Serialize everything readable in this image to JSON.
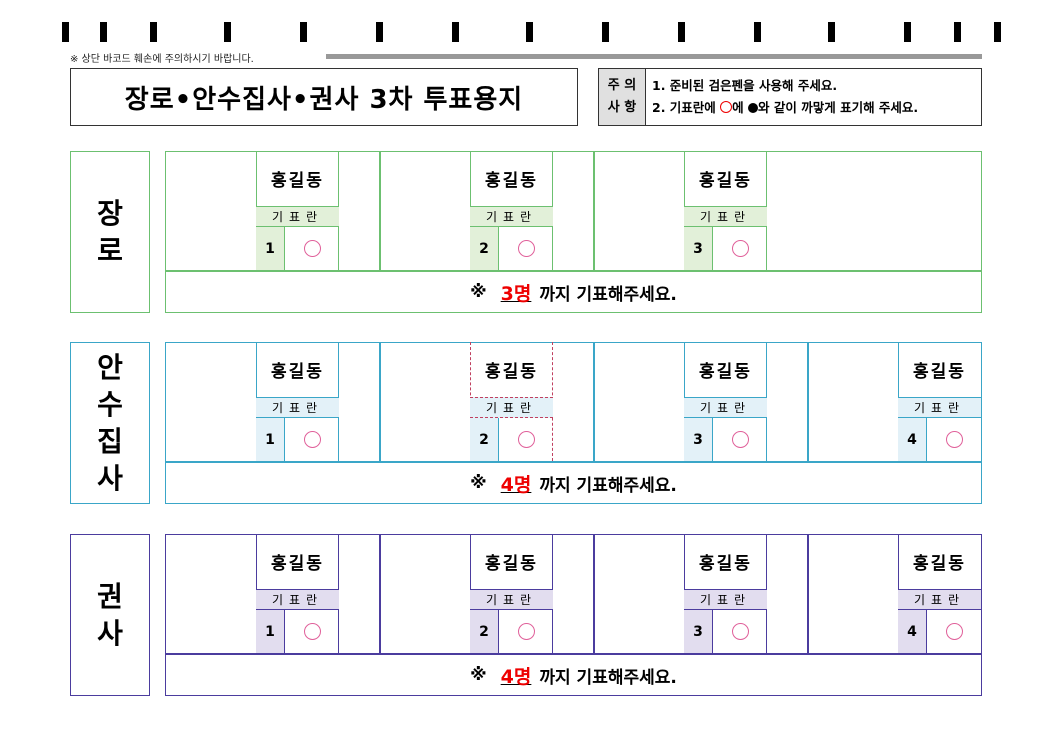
{
  "header": {
    "warning": "※ 상단 바코드 훼손에 주의하시기 바랍니다.",
    "title": "장로•안수집사•권사 3차 투표용지",
    "notice_label": [
      "주 의",
      "사 항"
    ],
    "notice_items": {
      "item1": "1. 준비된 검은펜을 사용해 주세요.",
      "item2_a": "2. 기표란에 ",
      "item2_b": "에 ",
      "item2_c": "와 같이 까맣게 표기해 주세요."
    }
  },
  "colors": {
    "green": "#6cc070",
    "green_fill": "#e2f0d9",
    "teal": "#3aa6c8",
    "teal_fill": "#e3f1f8",
    "purple": "#4b3c9e",
    "purple_fill": "#e2ddef",
    "red": "#e00000"
  },
  "sections": [
    {
      "label": [
        "장",
        "로"
      ],
      "color": "green",
      "candidates": [
        {
          "name": "홍길동",
          "number": "1"
        },
        {
          "name": "홍길동",
          "number": "2"
        },
        {
          "name": "홍길동",
          "number": "3"
        }
      ],
      "limit": "3명",
      "footer_prefix": "※",
      "footer_suffix": "까지 기표해주세요."
    },
    {
      "label": [
        "안",
        "수",
        "집",
        "사"
      ],
      "color": "teal",
      "candidates": [
        {
          "name": "홍길동",
          "number": "1"
        },
        {
          "name": "홍길동",
          "number": "2"
        },
        {
          "name": "홍길동",
          "number": "3"
        },
        {
          "name": "홍길동",
          "number": "4"
        }
      ],
      "limit": "4명",
      "footer_prefix": "※",
      "footer_suffix": "까지 기표해주세요."
    },
    {
      "label": [
        "권",
        "사"
      ],
      "color": "purple",
      "candidates": [
        {
          "name": "홍길동",
          "number": "1"
        },
        {
          "name": "홍길동",
          "number": "2"
        },
        {
          "name": "홍길동",
          "number": "3"
        },
        {
          "name": "홍길동",
          "number": "4"
        }
      ],
      "limit": "4명",
      "footer_prefix": "※",
      "footer_suffix": "까지 기표해주세요."
    }
  ],
  "mark_label": "기표란"
}
